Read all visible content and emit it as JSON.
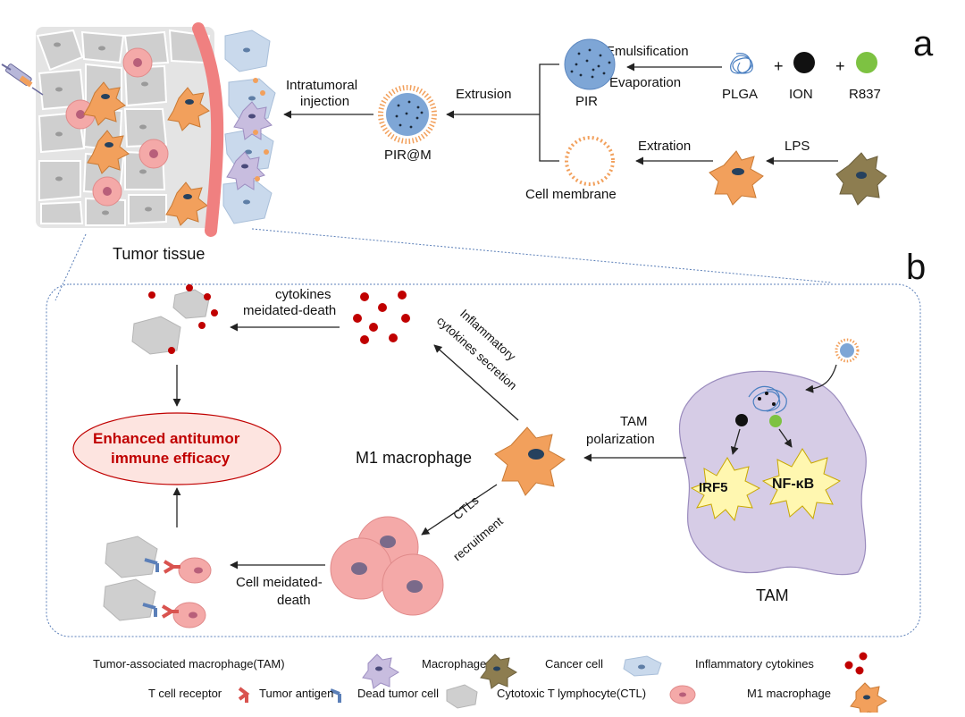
{
  "panel_a": {
    "label": "a",
    "materials": {
      "r837": "R837",
      "ion": "ION",
      "plga": "PLGA",
      "plus": "+"
    },
    "emulsification": "Emulsification",
    "evaporation": "Evaporation",
    "pir": "PIR",
    "lps": "LPS",
    "extration": "Extration",
    "cell_membrane": "Cell membrane",
    "extrusion": "Extrusion",
    "pir_m": "PIR@M",
    "intratumoral": "Intratumoral",
    "injection": "injection",
    "tumor_tissue": "Tumor tissue"
  },
  "panel_b": {
    "label": "b",
    "tam": "TAM",
    "nfkb": "NF-κB",
    "irf5": "IRF5",
    "tam_polarization_1": "TAM",
    "tam_polarization_2": "polarization",
    "m1_macrophage": "M1 macrophage",
    "inflammatory_1": "Inflammatory",
    "inflammatory_2": "cytokines secretion",
    "ctls_1": "CTLs",
    "ctls_2": "recruitment",
    "cytokines_death_1": "cytokines",
    "cytokines_death_2": "meidated-death",
    "cell_death_1": "Cell meidated-",
    "cell_death_2": "death",
    "enhanced_1": "Enhanced antitumor",
    "enhanced_2": "immune efficacy"
  },
  "legend": {
    "inflammatory_cytokines": "Inflammatory cytokines",
    "cancer_cell": "Cancer cell",
    "macrophage": "Macrophage",
    "tam": "Tumor-associated macrophage(TAM)",
    "m1_macrophage": "M1 macrophage",
    "ctl": "Cytotoxic T lymphocyte(CTL)",
    "dead_tumor_cell": "Dead tumor cell",
    "tumor_antigen": "Tumor antigen",
    "t_cell_receptor": "T cell receptor"
  },
  "colors": {
    "m1_orange": "#f2a05c",
    "macrophage_olive": "#8d7d50",
    "tam_purple": "#c8bddf",
    "ctl_pink": "#f4a9a8",
    "dead_gray": "#cfcfcf",
    "cancer_blue": "#c9d9ec",
    "enhanced_red": "#c00000",
    "r837_green": "#7dc242"
  }
}
